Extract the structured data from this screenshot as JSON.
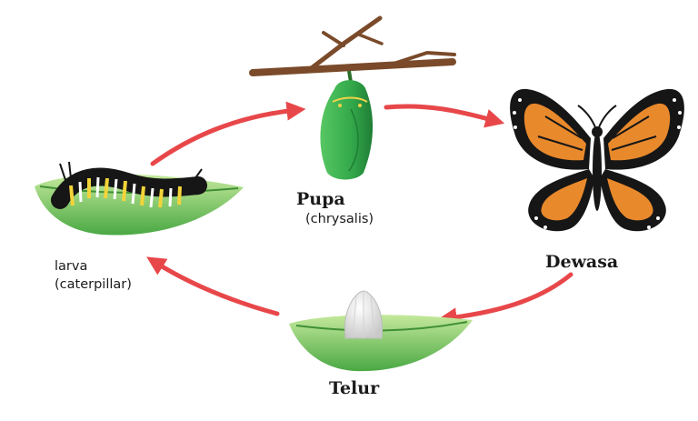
{
  "stages": {
    "pupa": {
      "name": "Pupa",
      "note": "(chrysalis)"
    },
    "adult": {
      "name": "Dewasa"
    },
    "egg": {
      "name": "Telur"
    },
    "larva": {
      "name": "larva",
      "note": "(caterpillar)"
    }
  },
  "colors": {
    "arrow": "#e8474a",
    "leaf_light": "#b5e28a",
    "leaf_dark": "#3f9a3a",
    "branch": "#7a4a2a",
    "chrysalis": "#3cb44a",
    "wing_orange": "#e8892c",
    "wing_black": "#161616",
    "egg": "#eeeeee",
    "caterpillar_stripe_yellow": "#f2d43a"
  }
}
